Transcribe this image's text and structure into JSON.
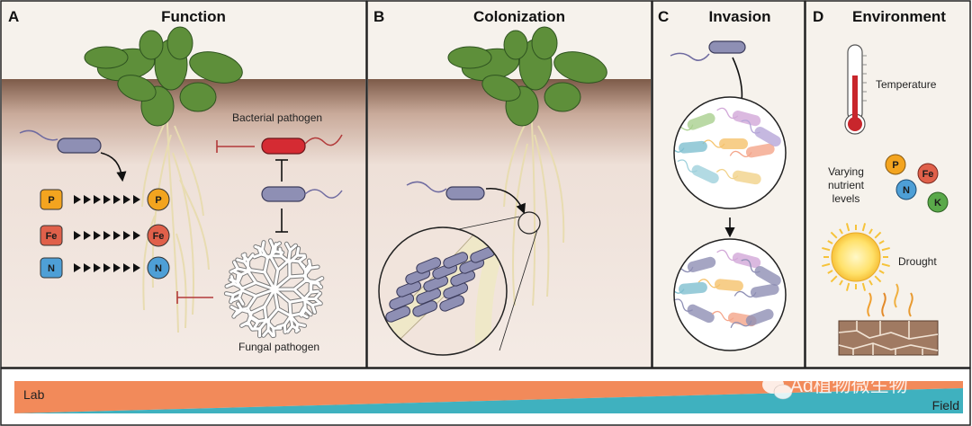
{
  "panels": {
    "a": {
      "letter": "A",
      "title": "Function",
      "bacterial_pathogen": "Bacterial pathogen",
      "fungal_pathogen": "Fungal pathogen",
      "nutrients": [
        "P",
        "Fe",
        "N"
      ]
    },
    "b": {
      "letter": "B",
      "title": "Colonization"
    },
    "c": {
      "letter": "C",
      "title": "Invasion"
    },
    "d": {
      "letter": "D",
      "title": "Environment",
      "temperature": "Temperature",
      "nutrients_line1": "Varying",
      "nutrients_line2": "nutrient",
      "nutrients_line3": "levels",
      "nutrient_badges": [
        "P",
        "Fe",
        "N",
        "K"
      ],
      "drought": "Drought"
    }
  },
  "gradient": {
    "left_label": "Lab",
    "right_label": "Field"
  },
  "watermark": "Ad植物微生物",
  "colors": {
    "soil": "#eee0d8",
    "soil_top": "#8c6a58",
    "sky": "#f6f2ec",
    "lab_band": "#f28a5a",
    "field_band": "#3fb1bf",
    "leaf": "#5e8f3a",
    "root": "#efe6c2",
    "bacterium": "#8e8fb4",
    "pathogen": "#d52b33",
    "P": "#f3a41f",
    "Fe": "#e0604a",
    "N": "#4e9fd6",
    "K": "#5aa94a"
  }
}
